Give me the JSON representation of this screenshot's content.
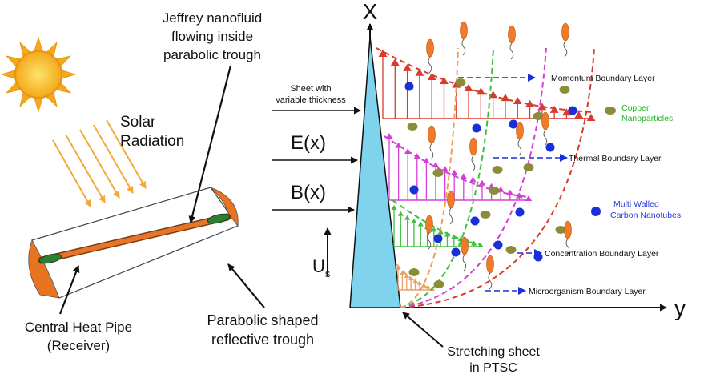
{
  "labels": {
    "jeffrey": [
      "Jeffrey nanofluid",
      "flowing inside",
      "parabolic trough"
    ],
    "solar": [
      "Solar",
      "Radiation"
    ],
    "central_pipe": [
      "Central Heat Pipe",
      "(Receiver)"
    ],
    "trough": [
      "Parabolic shaped",
      "reflective trough"
    ],
    "sheet_thickness": [
      "Sheet with",
      "variable thickness"
    ],
    "ex": "E(x)",
    "bx": "B(x)",
    "us_main": "U",
    "us_sub": "s",
    "axis_x": "X",
    "axis_y": "y",
    "momentum": "Momentum Boundary Layer",
    "thermal": "Thermal Boundary Layer",
    "concentration": "Concentration Boundary Layer",
    "microorganism": "Microorganism Boundary Layer",
    "copper": [
      "Copper",
      "Nanoparticles"
    ],
    "mwcnt": [
      "Multi Walled",
      "Carbon Nanotubes"
    ],
    "stretching": [
      "Stretching sheet",
      "in PTSC"
    ]
  },
  "colors": {
    "sun": "#f4a81b",
    "sun_core": "#f7c21e",
    "ray": "#f2a93b",
    "pipe": "#e8742a",
    "trough": "#e8741f",
    "seal": "#2e7d32",
    "sheet": "#7fd3ec",
    "momentum": "#d83a2c",
    "thermal": "#d43fd6",
    "concentration": "#3fbf3f",
    "microorganism": "#e8a060",
    "copper_dot": "#8b8c3a",
    "cnt_dot": "#1a2fd8",
    "microbe": "#ee7a2a",
    "copper_text": "#22b822",
    "cnt_text": "#2b3be0"
  }
}
